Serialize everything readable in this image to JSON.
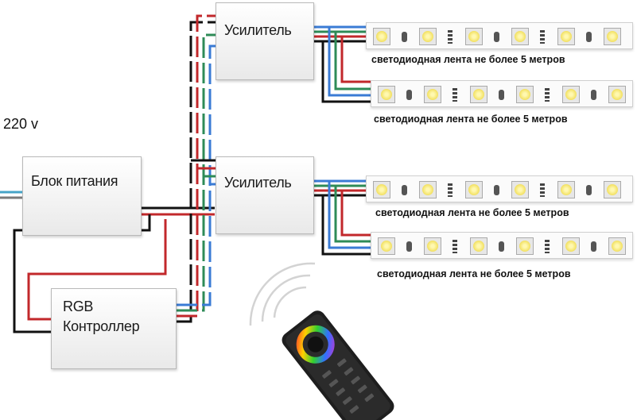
{
  "voltage_label": "220 v",
  "power_supply": {
    "label": "Блок питания"
  },
  "controller": {
    "line1": "RGB",
    "line2": "Контроллер"
  },
  "amplifiers": [
    {
      "label": "Усилитель"
    },
    {
      "label": "Усилитель"
    }
  ],
  "strips": [
    {
      "caption": "светодиодная лента не более 5 метров"
    },
    {
      "caption": "светодиодная лента не более 5 метров"
    },
    {
      "caption": "светодиодная лента не более 5 метров"
    },
    {
      "caption": "светодиодная лента не более 5 метров"
    }
  ],
  "colors": {
    "wire_black": "#111111",
    "wire_red": "#c2282b",
    "wire_green": "#2e8b57",
    "wire_blue": "#3a7bd5",
    "wire_mains": "#45a3c7"
  }
}
